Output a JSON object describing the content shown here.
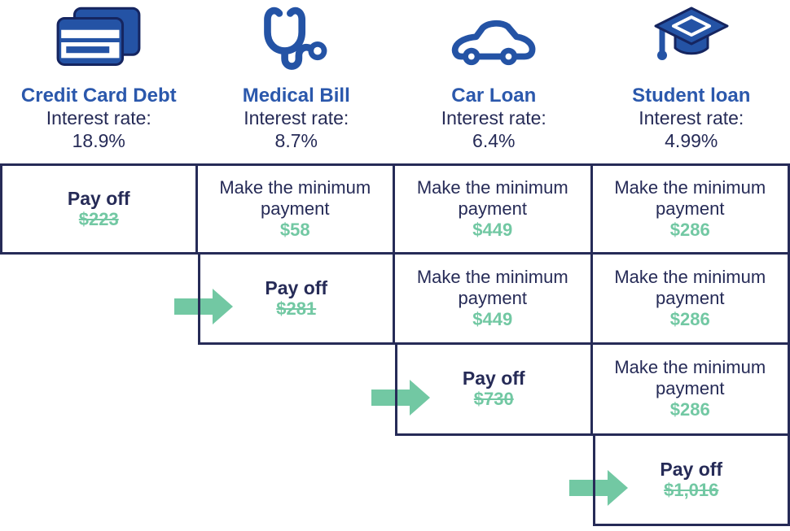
{
  "palette": {
    "navy": "#262b57",
    "title_blue": "#2b58ac",
    "icon_blue": "#2453a5",
    "icon_outline": "#152560",
    "green": "#72c8a3"
  },
  "columns": [
    {
      "icon": "credit-card-icon",
      "title": "Credit Card Debt",
      "interest_label": "Interest rate:",
      "interest_rate": "18.9%"
    },
    {
      "icon": "stethoscope-icon",
      "title": "Medical Bill",
      "interest_label": "Interest rate:",
      "interest_rate": "8.7%"
    },
    {
      "icon": "car-icon",
      "title": "Car Loan",
      "interest_label": "Interest rate:",
      "interest_rate": "6.4%"
    },
    {
      "icon": "graduation-cap-icon",
      "title": "Student loan",
      "interest_label": "Interest rate:",
      "interest_rate": "4.99%"
    }
  ],
  "table": {
    "pay_off_label": "Pay off",
    "minimum_label_line1": "Make the minimum",
    "minimum_label_line2": "payment",
    "rows": [
      [
        {
          "col": 1,
          "type": "payoff",
          "amount": "$223",
          "arrow": false
        },
        {
          "col": 2,
          "type": "minimum",
          "amount": "$58"
        },
        {
          "col": 3,
          "type": "minimum",
          "amount": "$449"
        },
        {
          "col": 4,
          "type": "minimum",
          "amount": "$286"
        }
      ],
      [
        {
          "col": 2,
          "type": "payoff",
          "amount": "$281",
          "arrow": true
        },
        {
          "col": 3,
          "type": "minimum",
          "amount": "$449"
        },
        {
          "col": 4,
          "type": "minimum",
          "amount": "$286"
        }
      ],
      [
        {
          "col": 3,
          "type": "payoff",
          "amount": "$730",
          "arrow": true
        },
        {
          "col": 4,
          "type": "minimum",
          "amount": "$286"
        }
      ],
      [
        {
          "col": 4,
          "type": "payoff",
          "amount": "$1,016",
          "arrow": true
        }
      ]
    ]
  }
}
